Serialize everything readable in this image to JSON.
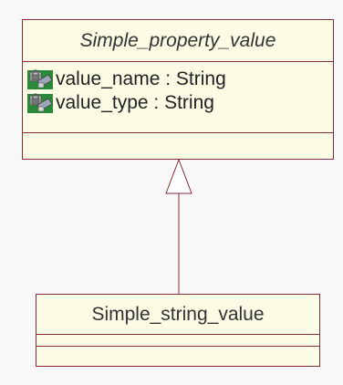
{
  "parent_class": {
    "name": "Simple_property_value",
    "attributes": [
      {
        "text": "value_name : String",
        "icon": "private-attribute-lock-icon"
      },
      {
        "text": "value_type : String",
        "icon": "private-attribute-lock-icon"
      }
    ]
  },
  "child_class": {
    "name": "Simple_string_value"
  },
  "relationship": {
    "type": "generalization",
    "from": "Simple_string_value",
    "to": "Simple_property_value"
  },
  "colors": {
    "box_fill": "#fdfde6",
    "box_border": "#8a2a3a",
    "icon_green": "#2a8a3a"
  }
}
